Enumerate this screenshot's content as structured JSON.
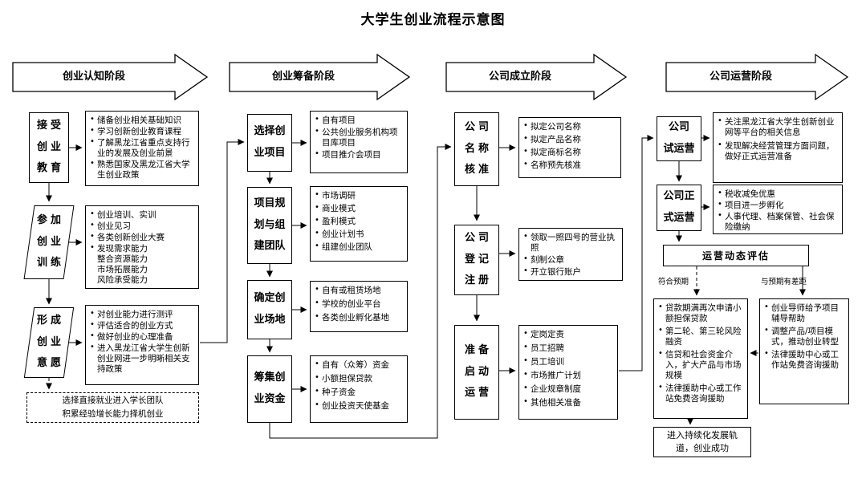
{
  "title": "大学生创业流程示意图",
  "stages": [
    {
      "label": "创业认知阶段"
    },
    {
      "label": "创业筹备阶段"
    },
    {
      "label": "公司成立阶段"
    },
    {
      "label": "公司运营阶段"
    }
  ],
  "cognition": {
    "education": {
      "label": "接受\n创业\n教育",
      "items": [
        "储备创业相关基础知识",
        "学习创新创业教育课程",
        "了解黑龙江省重点支持行业的发展及创业前景",
        "熟悉国家及黑龙江省大学生创业政策"
      ]
    },
    "training": {
      "label": "参加\n创业\n训练",
      "items": [
        "创业培训、实训",
        "创业见习",
        "各类创新创业大赛",
        "发现需求能力\n整合资源能力\n市场拓展能力\n风险承受能力"
      ]
    },
    "intention": {
      "label": "形成\n创业\n意愿",
      "items": [
        "对创业能力进行测评",
        "评估适合的创业方式",
        "做好创业的心理准备",
        "进入黑龙江省大学生创新创业网进一步明晰相关支持政策"
      ]
    },
    "alternative_note": "选择直接就业进入学长团队\n积累经验增长能力择机创业"
  },
  "preparation": {
    "project": {
      "label": "选择创\n业项目",
      "items": [
        "自有项目",
        "公共创业服务机构项目库项目",
        "项目推介会项目"
      ]
    },
    "planning": {
      "label": "项目规\n划与组\n建团队",
      "items": [
        "市场调研",
        "商业模式",
        "盈利模式",
        "创业计划书",
        "组建创业团队"
      ]
    },
    "location": {
      "label": "确定创\n业场地",
      "items": [
        "自有或租赁场地",
        "学校的创业平台",
        "各类创业孵化基地"
      ]
    },
    "funding": {
      "label": "筹集创\n业资金",
      "items": [
        "自有（众筹）资金",
        "小额担保贷款",
        "种子资金",
        "创业投资天使基金"
      ]
    }
  },
  "establishment": {
    "name_approval": {
      "label": "公司\n名称\n核准",
      "items": [
        "拟定公司名称",
        "拟定产品名称",
        "拟定商标名称",
        "名称预先核准"
      ]
    },
    "registration": {
      "label": "公司\n登记\n注册",
      "items": [
        "领取一照四号的营业执照",
        "刻制公章",
        "开立银行账户"
      ]
    },
    "launch_prep": {
      "label": "准备\n启动\n运营",
      "items": [
        "定岗定责",
        "员工招聘",
        "员工培训",
        "市场推广计划",
        "企业规章制度",
        "其他相关准备"
      ]
    }
  },
  "operation": {
    "trial": {
      "label": "公司\n试运营",
      "items": [
        "关注黑龙江省大学生创新创业网等平台的相关信息",
        "发现解决经营管理方面问题，做好正式运营准备"
      ]
    },
    "formal": {
      "label": "公司正\n式运营",
      "items": [
        "税收减免优惠",
        "项目进一步孵化",
        "人事代理、档案保管、社会保险缴纳"
      ]
    },
    "evaluation_label": "运营动态评估",
    "branch_positive_label": "符合预期",
    "branch_negative_label": "与预期有差距",
    "positive": {
      "items": [
        "贷款期满再次申请小额担保贷款",
        "第二轮、第三轮风险融资",
        "信贷和社会资金介入，扩大产品与市场规模",
        "法律援助中心或工作站免费咨询援助"
      ]
    },
    "negative": {
      "items": [
        "创业导师给予项目辅导帮助",
        "调整产品/项目模式，推动创业转型",
        "法律援助中心或工作站免费咨询援助"
      ]
    },
    "success_label": "进入持续化发展轨道，创业成功"
  }
}
